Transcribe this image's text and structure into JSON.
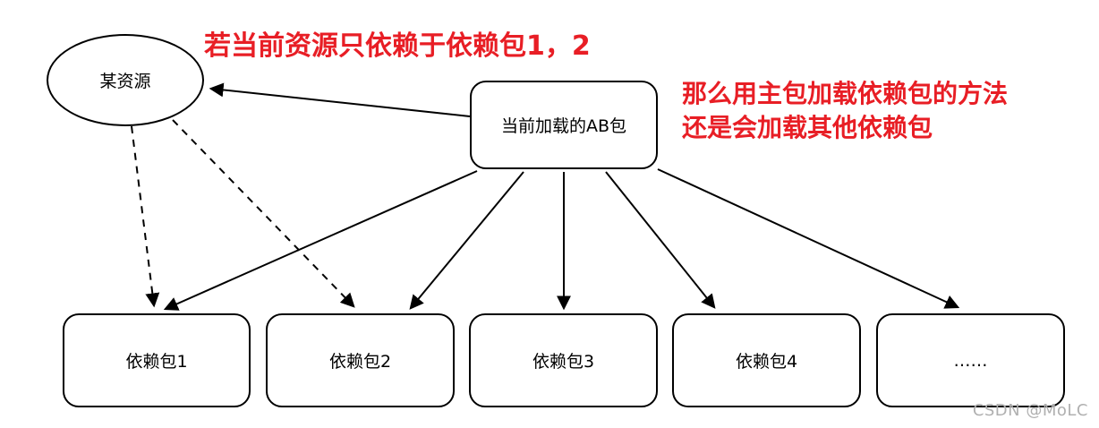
{
  "annotations": {
    "top_note": "若当前资源只依赖于依赖包1，2",
    "side_note_line1": "那么用主包加载依赖包的方法",
    "side_note_line2": "还是会加载其他依赖包"
  },
  "nodes": {
    "resource": {
      "label": "某资源",
      "shape": "ellipse"
    },
    "main_bundle": {
      "label": "当前加载的AB包",
      "shape": "rounded-rect"
    },
    "deps": [
      {
        "label": "依赖包1"
      },
      {
        "label": "依赖包2"
      },
      {
        "label": "依赖包3"
      },
      {
        "label": "依赖包4"
      },
      {
        "label": "……"
      }
    ]
  },
  "edges": [
    {
      "from": "当前加载的AB包",
      "to": "某资源",
      "style": "solid"
    },
    {
      "from": "某资源",
      "to": "依赖包1",
      "style": "dashed"
    },
    {
      "from": "某资源",
      "to": "依赖包2",
      "style": "dashed"
    },
    {
      "from": "当前加载的AB包",
      "to": "依赖包1",
      "style": "solid"
    },
    {
      "from": "当前加载的AB包",
      "to": "依赖包2",
      "style": "solid"
    },
    {
      "from": "当前加载的AB包",
      "to": "依赖包3",
      "style": "solid"
    },
    {
      "from": "当前加载的AB包",
      "to": "依赖包4",
      "style": "solid"
    },
    {
      "from": "当前加载的AB包",
      "to": "……",
      "style": "solid"
    }
  ],
  "colors": {
    "annotation_red": "#e81e25",
    "node_border": "#000000",
    "watermark_gray": "#b0b0b0"
  },
  "watermark": "CSDN @MoLC"
}
